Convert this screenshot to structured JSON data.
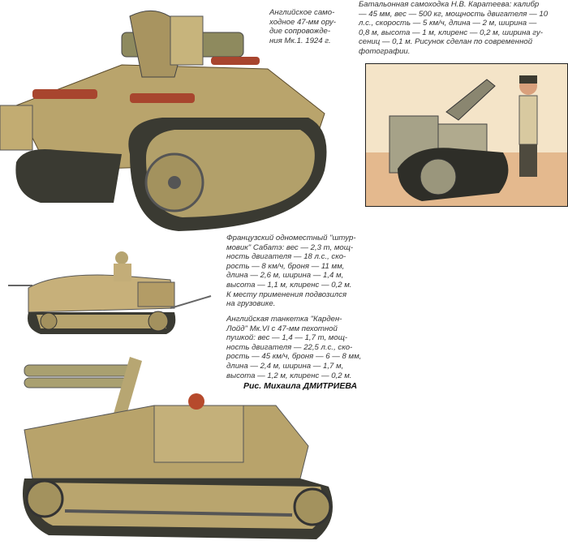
{
  "captions": {
    "english_gun_1924": {
      "lines": [
        "Английское само-",
        "ходное 47-мм ору-",
        "дие сопровожде-",
        "ния Мк.1. 1924 г."
      ]
    },
    "karateev": {
      "lines": [
        "Батальонная самоходка Н.В. Каратеева: калибр",
        "— 45 мм, вес — 500 кг, мощность двигателя — 10",
        "л.с., скорость — 5 км/ч, длина — 2 м, ширина —",
        "0,8 м, высота — 1 м, клиренс — 0,2 м, ширина гу-",
        "сениц — 0,1 м. Рисунок сделан по современной",
        "фотографии."
      ]
    },
    "sabathe": {
      "lines": [
        "Французский одноместный \"штур-",
        "мовик\" Сабатэ: вес — 2,3 т, мощ-",
        "ность двигателя — 18 л.с., ско-",
        "рость — 8 км/ч, броня — 11 мм,",
        "длина — 2,6 м, ширина — 1,4 м,",
        "высота — 1,1 м, клиренс — 0,2 м.",
        "К месту применения подвозился",
        "на грузовике."
      ]
    },
    "carden_loyd": {
      "lines": [
        "Английская танкетка \"Карден-",
        "Лойд\" Мк.VI с 47-мм пехотной",
        "пушкой: вес — 1,4 — 1,7 т, мощ-",
        "ность двигателя — 22,5 л.с., ско-",
        "рость — 45 км/ч, броня — 6 — 8 мм,",
        "длина — 2,4 м, ширина — 1,7 м,",
        "высота — 1,2 м, клиренс — 0,2 м."
      ]
    }
  },
  "credit": "Рис. Михаила ДМИТРИЕВА",
  "colors": {
    "khaki": "#b8a06a",
    "track": "#3a3a32",
    "seat": "#a8452e",
    "sand": "#e9c9a0"
  }
}
